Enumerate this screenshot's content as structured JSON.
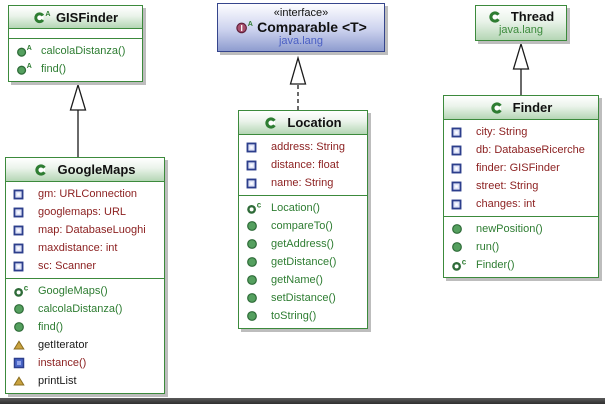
{
  "colors": {
    "class_border": "#3c8a3c",
    "interface_border": "#35458c",
    "field_text": "#8b1f1f",
    "method_text": "#2e7d32",
    "plain_text": "#1a1a1a",
    "package_text_green": "#3c8a3c",
    "package_text_blue": "#4a5fc4"
  },
  "classes": [
    {
      "name": "GISFinder",
      "kind": "abstract class",
      "attributes": [],
      "methods": [
        {
          "label": "calcolaDistanza()",
          "icon": "abstract-method-icon",
          "color": "method"
        },
        {
          "label": "find()",
          "icon": "abstract-method-icon",
          "color": "method"
        }
      ]
    },
    {
      "stereotype": "«interface»",
      "name": "Comparable <T>",
      "package": "java.lang",
      "kind": "interface"
    },
    {
      "name": "Thread",
      "package": "java.lang",
      "kind": "class"
    },
    {
      "name": "GoogleMaps",
      "kind": "class",
      "attributes": [
        {
          "label": "gm: URLConnection",
          "icon": "field-icon",
          "color": "field"
        },
        {
          "label": "googlemaps: URL",
          "icon": "field-icon",
          "color": "field"
        },
        {
          "label": "map: DatabaseLuoghi",
          "icon": "field-icon",
          "color": "field"
        },
        {
          "label": "maxdistance: int",
          "icon": "field-icon",
          "color": "field"
        },
        {
          "label": "sc: Scanner",
          "icon": "field-icon",
          "color": "field"
        }
      ],
      "methods": [
        {
          "label": "GoogleMaps()",
          "icon": "constructor-icon",
          "color": "method"
        },
        {
          "label": "calcolaDistanza()",
          "icon": "method-icon",
          "color": "method"
        },
        {
          "label": "find()",
          "icon": "method-icon",
          "color": "method"
        },
        {
          "label": "getIterator",
          "icon": "triangle-icon",
          "color": "plain"
        },
        {
          "label": "instance()",
          "icon": "static-method-icon",
          "color": "static"
        },
        {
          "label": "printList",
          "icon": "triangle-icon",
          "color": "plain"
        }
      ]
    },
    {
      "name": "Location",
      "kind": "class",
      "attributes": [
        {
          "label": "address: String",
          "icon": "field-icon",
          "color": "field"
        },
        {
          "label": "distance: float",
          "icon": "field-icon",
          "color": "field"
        },
        {
          "label": "name: String",
          "icon": "field-icon",
          "color": "field"
        }
      ],
      "methods": [
        {
          "label": "Location()",
          "icon": "constructor-icon",
          "color": "method"
        },
        {
          "label": "compareTo()",
          "icon": "method-icon",
          "color": "method"
        },
        {
          "label": "getAddress()",
          "icon": "method-icon",
          "color": "method"
        },
        {
          "label": "getDistance()",
          "icon": "method-icon",
          "color": "method"
        },
        {
          "label": "getName()",
          "icon": "method-icon",
          "color": "method"
        },
        {
          "label": "setDistance()",
          "icon": "method-icon",
          "color": "method"
        },
        {
          "label": "toString()",
          "icon": "method-icon",
          "color": "method"
        }
      ]
    },
    {
      "name": "Finder",
      "kind": "class",
      "attributes": [
        {
          "label": "city: String",
          "icon": "field-icon",
          "color": "field"
        },
        {
          "label": "db: DatabaseRicerche",
          "icon": "field-icon",
          "color": "field"
        },
        {
          "label": "finder: GISFinder",
          "icon": "field-icon",
          "color": "field"
        },
        {
          "label": "street: String",
          "icon": "field-icon",
          "color": "field"
        },
        {
          "label": "changes: int",
          "icon": "field-icon",
          "color": "field"
        }
      ],
      "methods": [
        {
          "label": "newPosition()",
          "icon": "method-icon",
          "color": "method"
        },
        {
          "label": "run()",
          "icon": "method-icon",
          "color": "method"
        },
        {
          "label": "Finder()",
          "icon": "constructor-icon",
          "color": "method"
        }
      ]
    }
  ],
  "relations": [
    {
      "from": "GoogleMaps",
      "to": "GISFinder",
      "type": "extends",
      "line": "solid"
    },
    {
      "from": "Location",
      "to": "Comparable <T>",
      "type": "implements",
      "line": "dashed"
    },
    {
      "from": "Finder",
      "to": "Thread",
      "type": "extends",
      "line": "solid"
    }
  ]
}
